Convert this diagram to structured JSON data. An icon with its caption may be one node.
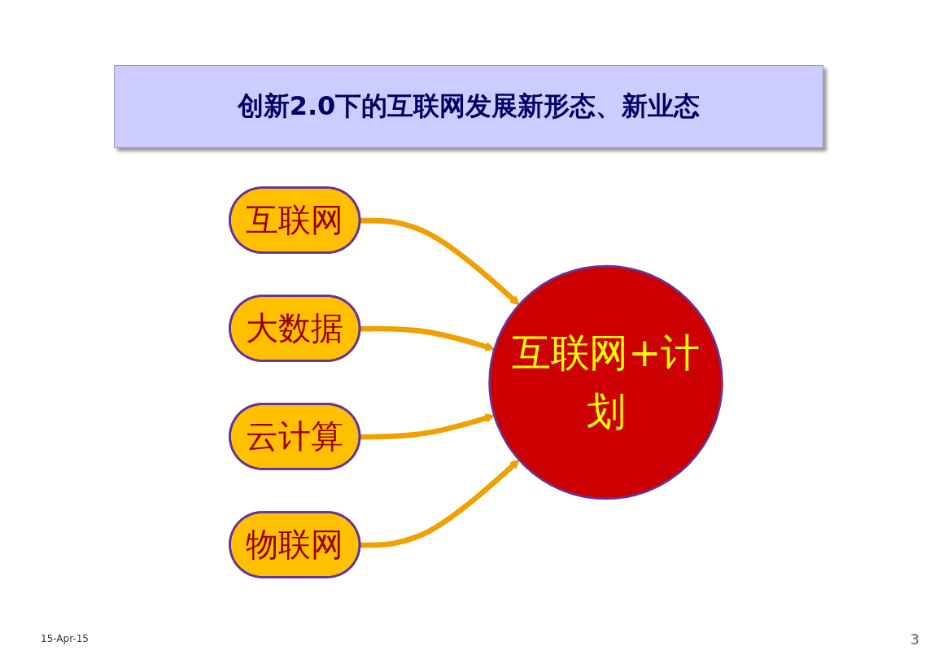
{
  "diagram": {
    "title": "创新2.0下的互联网发展新形态、新业态",
    "nodes": [
      {
        "text": [
          "互联网"
        ]
      },
      {
        "text": [
          "互联网+计划"
        ]
      },
      {
        "text": [
          "大数据"
        ]
      },
      {
        "text": [
          "云计算"
        ]
      },
      {
        "text": [
          "物联网"
        ]
      }
    ],
    "edges": [
      {
        "from": 0,
        "to": 1,
        "arrow": "to"
      },
      {
        "from": 2,
        "to": 1,
        "arrow": "to"
      },
      {
        "from": 3,
        "to": 1,
        "arrow": "to"
      },
      {
        "from": 4,
        "to": 1,
        "arrow": "to"
      }
    ],
    "labels": [
      "15-Apr-15",
      "3"
    ]
  }
}
